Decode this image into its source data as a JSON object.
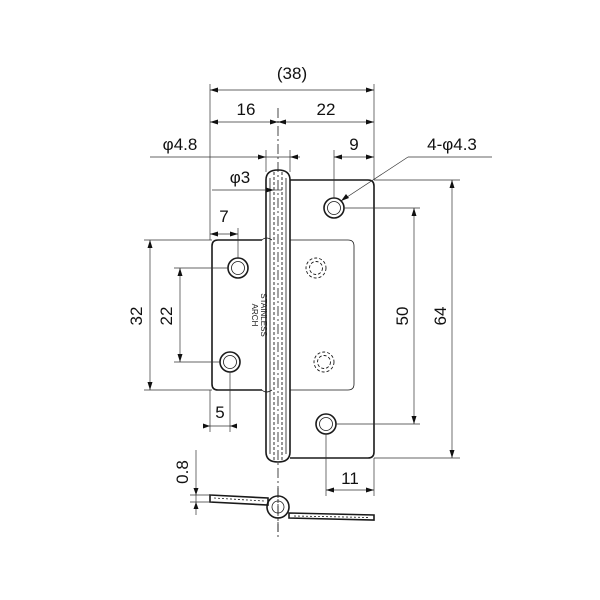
{
  "diagram": {
    "dimensions": {
      "overall_width": "(38)",
      "left_leaf_width": "16",
      "right_leaf_width": "22",
      "pin_outer_dia": "φ4.8",
      "pin_dia": "φ3",
      "hole_edge_right": "9",
      "holes": "4-φ4.3",
      "hole_edge_left": "7",
      "left_leaf_height": "32",
      "left_hole_pitch": "22",
      "right_hole_pitch": "50",
      "right_leaf_height": "64",
      "bottom_hole_offset": "5",
      "bottom_right_offset": "11",
      "thickness": "0.8"
    },
    "leaf_marking": [
      "ARCH",
      "STAINLESS"
    ]
  }
}
